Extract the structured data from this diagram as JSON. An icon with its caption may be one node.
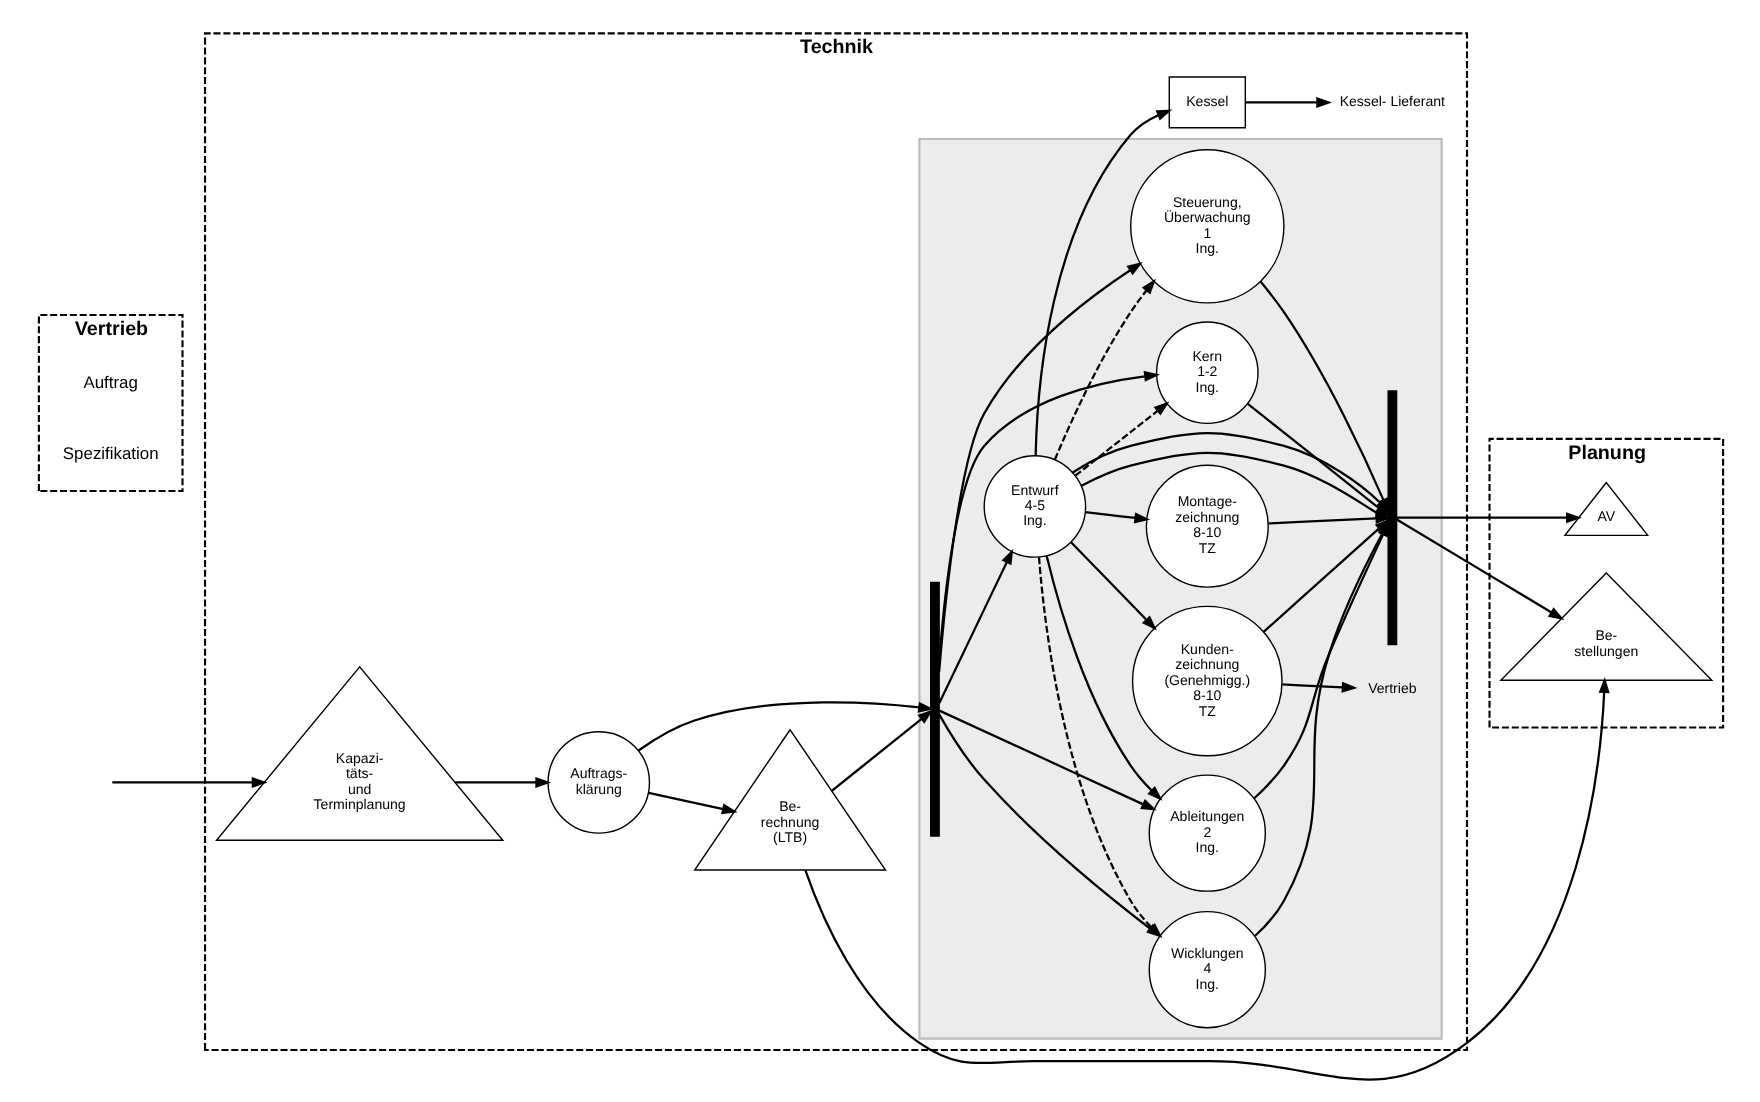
{
  "diagram": {
    "nodes": [
      {
        "text": [
          "Vertrieb"
        ]
      },
      {
        "text": [
          "Technik"
        ]
      },
      {
        "text": [
          "Planung"
        ]
      },
      {
        "text": [
          "Kapazi- täts- und Terminplanung"
        ],
        "in": 1
      },
      {
        "text": [
          "Auftrags- klärung"
        ],
        "in": 1
      },
      {
        "text": [
          "Be- rechnung (LTB)"
        ],
        "in": 1
      },
      {
        "text": [
          "Kessel"
        ],
        "in": 1
      },
      {
        "text": [
          "Kessel- Lieferant"
        ],
        "in": 1
      },
      {
        "text": [],
        "shape": "box",
        "in": 1
      },
      {
        "text": [
          "Vertrieb"
        ],
        "in": 8
      },
      {
        "text": [
          "Kern",
          "1-2 Ing."
        ],
        "in": 8
      },
      {
        "text": [],
        "shape": "bar",
        "in": 8
      },
      {
        "text": [
          "Entwurf",
          "4-5 Ing."
        ],
        "in": 8
      },
      {
        "text": [
          "Kunden- zeichnung (Genehmigg.)",
          "8-10 TZ"
        ],
        "in": 8
      },
      {
        "text": [
          "Montage- zeichnung",
          "8-10 TZ"
        ],
        "in": 8
      },
      {
        "text": [
          "Steuerung, Überwachung",
          "1 Ing."
        ],
        "in": 8
      },
      {
        "text": [
          "Wicklungen",
          "4 Ing."
        ],
        "in": 8
      },
      {
        "text": [
          "Ableitungen",
          "2 Ing."
        ],
        "in": 8
      },
      {
        "text": [],
        "shape": "bar",
        "in": 8
      },
      {
        "text": [
          "AV"
        ],
        "in": 2
      },
      {
        "text": [
          "Be- stellungen"
        ],
        "in": 2
      }
    ],
    "edges": [
      {
        "from": null,
        "to": 3,
        "arrow": "to"
      },
      {
        "from": 3,
        "to": 4,
        "arrow": "to"
      },
      {
        "from": 4,
        "to": 11,
        "arrow": "to"
      },
      {
        "from": 4,
        "to": 5,
        "arrow": "to"
      },
      {
        "from": 5,
        "to": 11,
        "arrow": "to"
      },
      {
        "from": 11,
        "to": 10,
        "arrow": "to"
      },
      {
        "from": 11,
        "to": 12,
        "arrow": "to"
      },
      {
        "from": 11,
        "to": 15,
        "arrow": "to"
      },
      {
        "from": 11,
        "to": 16,
        "arrow": "to"
      },
      {
        "from": 11,
        "to": 17,
        "arrow": "to"
      },
      {
        "from": 10,
        "to": 18,
        "arrow": "to"
      },
      {
        "from": 12,
        "to": 10,
        "arrow": "to",
        "style": "dashed"
      },
      {
        "from": 12,
        "to": 6,
        "arrow": "to"
      },
      {
        "from": 12,
        "to": 13,
        "arrow": "to"
      },
      {
        "from": 12,
        "to": 18,
        "arrow": "to"
      },
      {
        "from": 12,
        "to": 18,
        "arrow": "to"
      },
      {
        "from": 12,
        "to": 14,
        "arrow": "to"
      },
      {
        "from": 12,
        "to": 15,
        "arrow": "to",
        "style": "dashed"
      },
      {
        "from": 12,
        "to": 16,
        "arrow": "to",
        "style": "dashed"
      },
      {
        "from": 12,
        "to": 17,
        "arrow": "to"
      },
      {
        "from": 6,
        "to": 7,
        "arrow": "to"
      },
      {
        "from": 13,
        "to": 9,
        "arrow": "to"
      },
      {
        "from": 13,
        "to": 18,
        "arrow": "to"
      },
      {
        "from": 14,
        "to": 18,
        "arrow": "to"
      },
      {
        "from": 15,
        "to": 18,
        "arrow": "to"
      },
      {
        "from": 16,
        "to": 18,
        "arrow": "to"
      },
      {
        "from": 17,
        "to": 18,
        "arrow": "to"
      },
      {
        "from": 18,
        "to": 19,
        "arrow": "to"
      },
      {
        "from": 18,
        "to": 20,
        "arrow": "to"
      },
      {
        "from": 5,
        "to": 20,
        "arrow": "to"
      }
    ],
    "labels": [
      "Auftrag",
      "Spezifikation"
    ]
  }
}
